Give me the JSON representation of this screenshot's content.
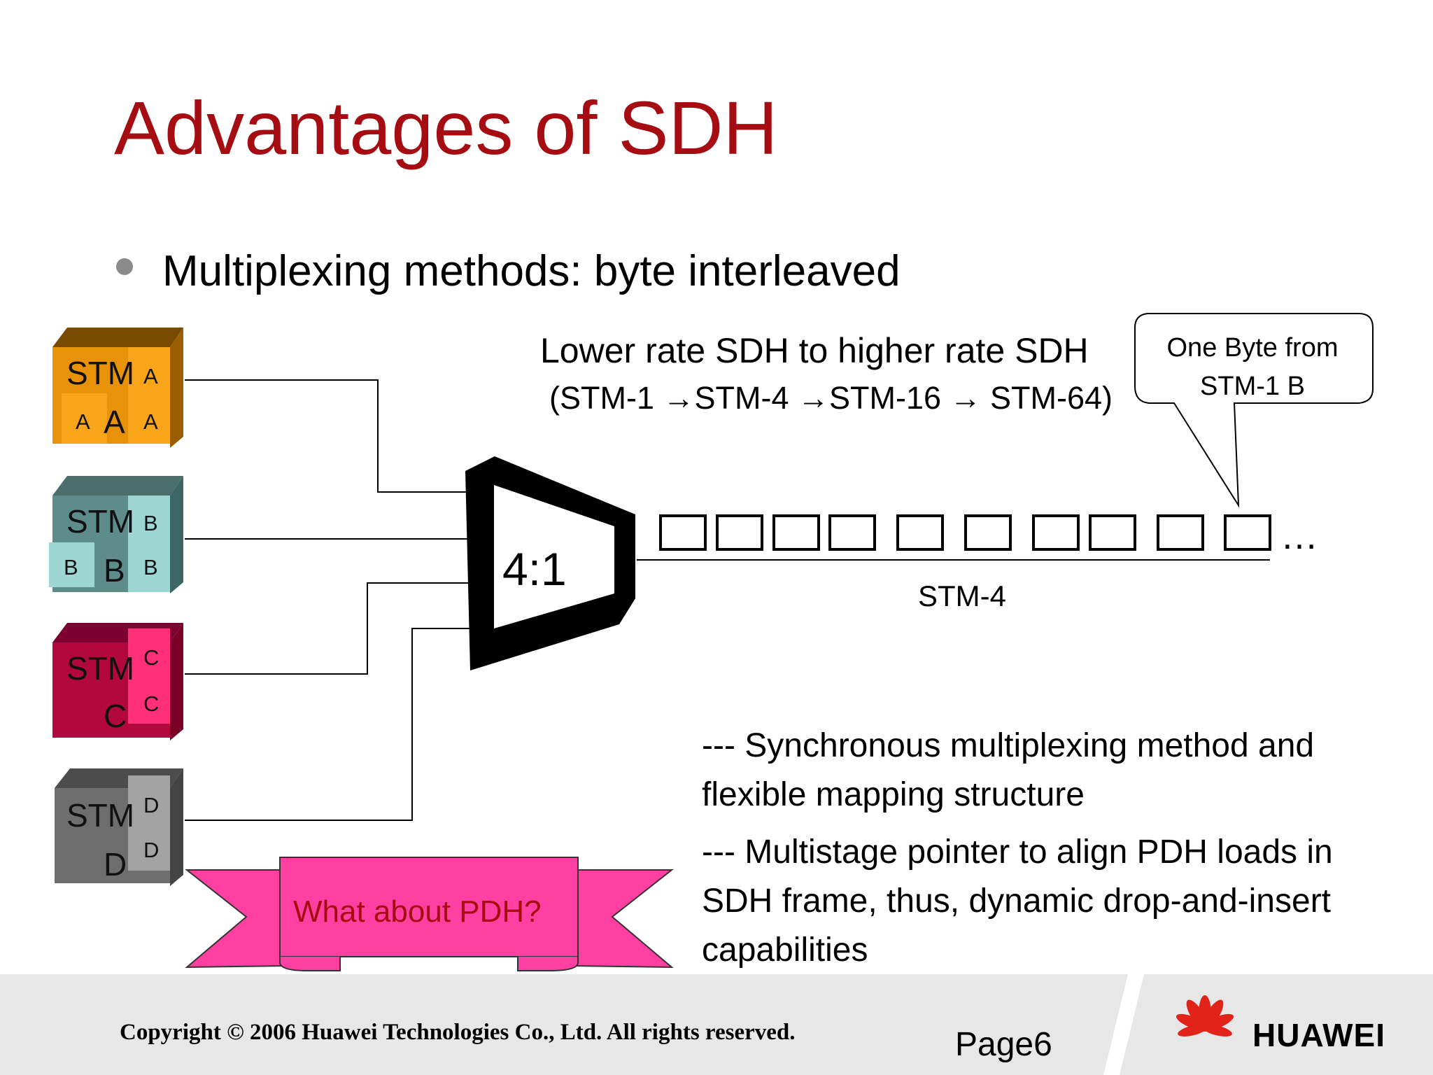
{
  "slide": {
    "title": "Advantages of SDH",
    "bullet": "Multiplexing methods: byte interleaved",
    "lower_rate": "Lower rate SDH to higher rate SDH",
    "stm_chain": "(STM-1 →STM-4 →STM-16 → STM-64)",
    "callout": "One Byte from STM-1 B",
    "mux_ratio": "4:1",
    "output_label": "STM-4",
    "ellipsis": "…",
    "body_lines": [
      "--- Synchronous multiplexing method and",
      "flexible mapping structure",
      " --- Multistage pointer to align PDH loads in",
      "SDH frame, thus, dynamic drop-and-insert",
      "capabilities"
    ],
    "banner": "What about PDH?",
    "copyright": "Copyright © 2006 Huawei Technologies Co., Ltd. All rights reserved.",
    "page": "Page6",
    "brand": "HUAWEI"
  },
  "cubes": [
    {
      "name": "A",
      "stm": "STM",
      "letter": "A",
      "face": "#e8920a",
      "light": "#f9a51a",
      "dark": "#9a5d00",
      "top": "#7a4a00"
    },
    {
      "name": "B",
      "stm": "STM",
      "letter": "B",
      "face": "#5e8c8a",
      "light": "#9ed6d4",
      "dark": "#3d6664",
      "top": "#4b6e6c"
    },
    {
      "name": "C",
      "stm": "STM",
      "letter": "C",
      "face": "#b3083d",
      "light": "#ff2f78",
      "dark": "#7a0028",
      "top": "#7e0030"
    },
    {
      "name": "D",
      "stm": "STM",
      "letter": "D",
      "face": "#6e6e6e",
      "light": "#a3a3a3",
      "dark": "#444444",
      "top": "#4c4c4c"
    }
  ],
  "colors": {
    "title": "#a50d12",
    "banner": "#ff3fa2",
    "footer": "#e7e7e7",
    "logo_red": "#e2231a"
  },
  "frame_boxes": 10
}
